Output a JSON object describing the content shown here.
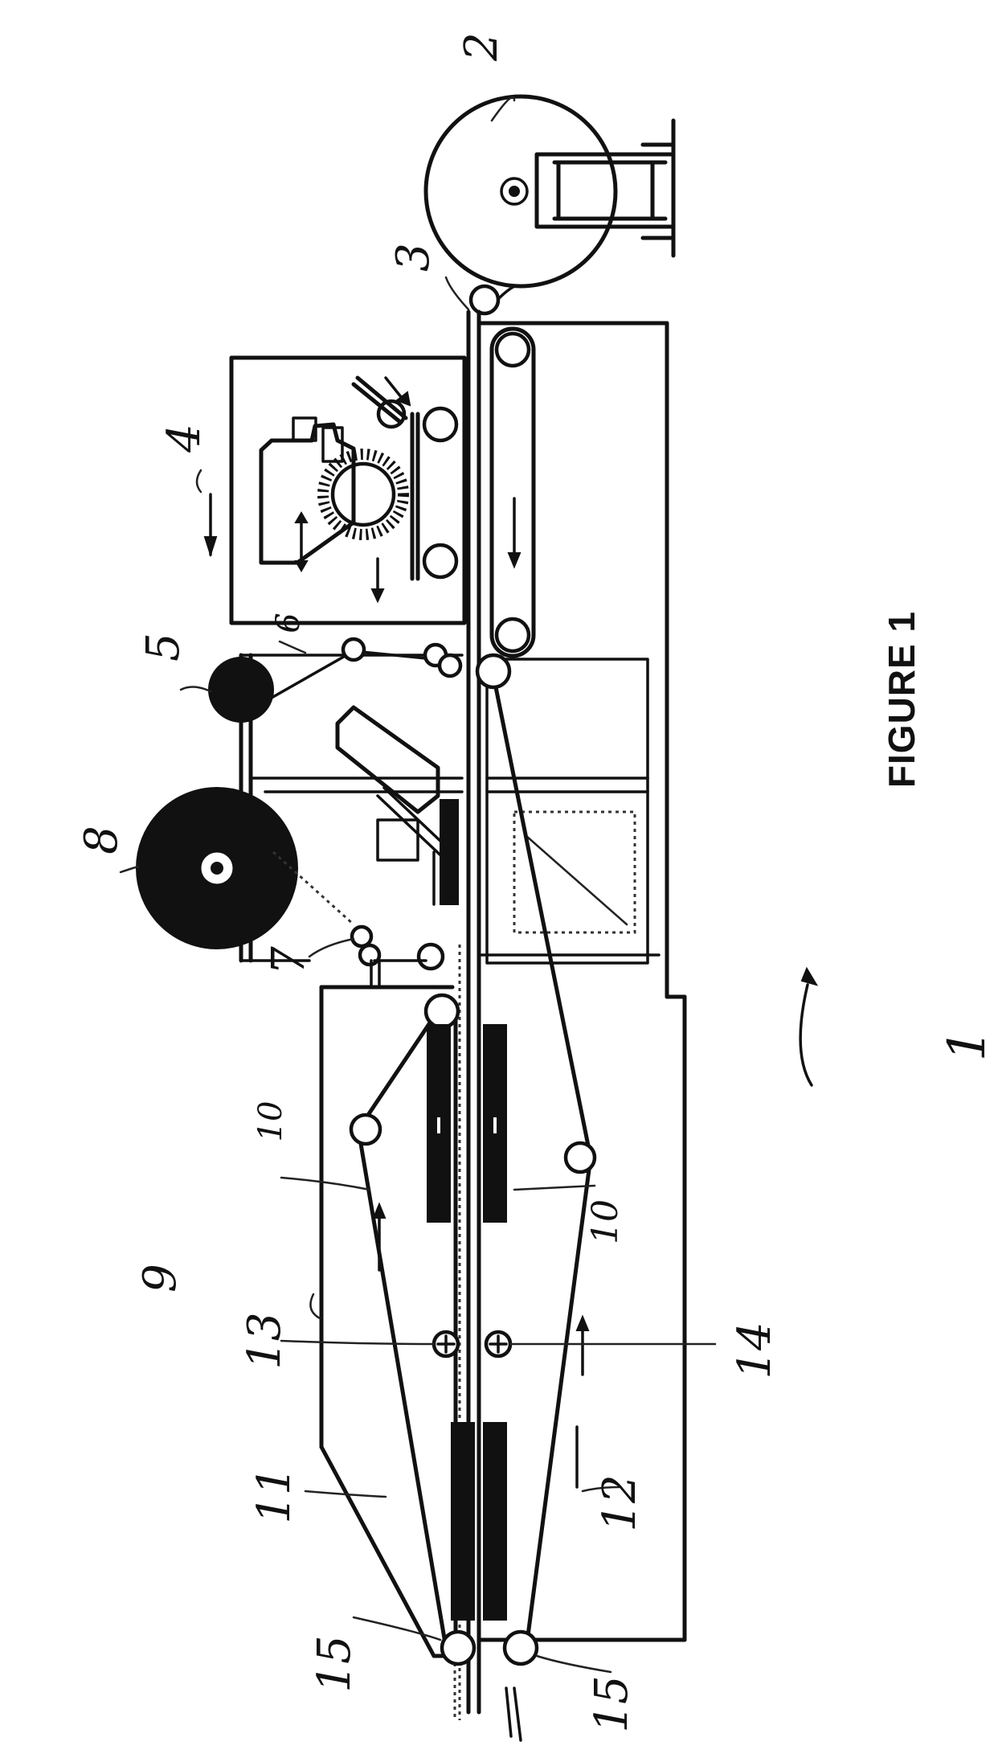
{
  "figure": {
    "caption": "FIGURE 1",
    "reference_numerals": {
      "machine": "1",
      "supply_roll": "2",
      "guide_roll_3": "3",
      "scattering_unit": "4",
      "roll_5": "5",
      "guide_rolls_6": "6",
      "guide_rolls_7": "7",
      "roll_8": "8",
      "press_unit": "9",
      "label_10_upper": "10",
      "label_10_lower": "10",
      "upper_belt": "11",
      "lower_belt": "12",
      "upper_pressure_roller": "13",
      "lower_pressure_roller": "14",
      "end_roll_upper": "15",
      "end_roll_lower": "15"
    }
  }
}
